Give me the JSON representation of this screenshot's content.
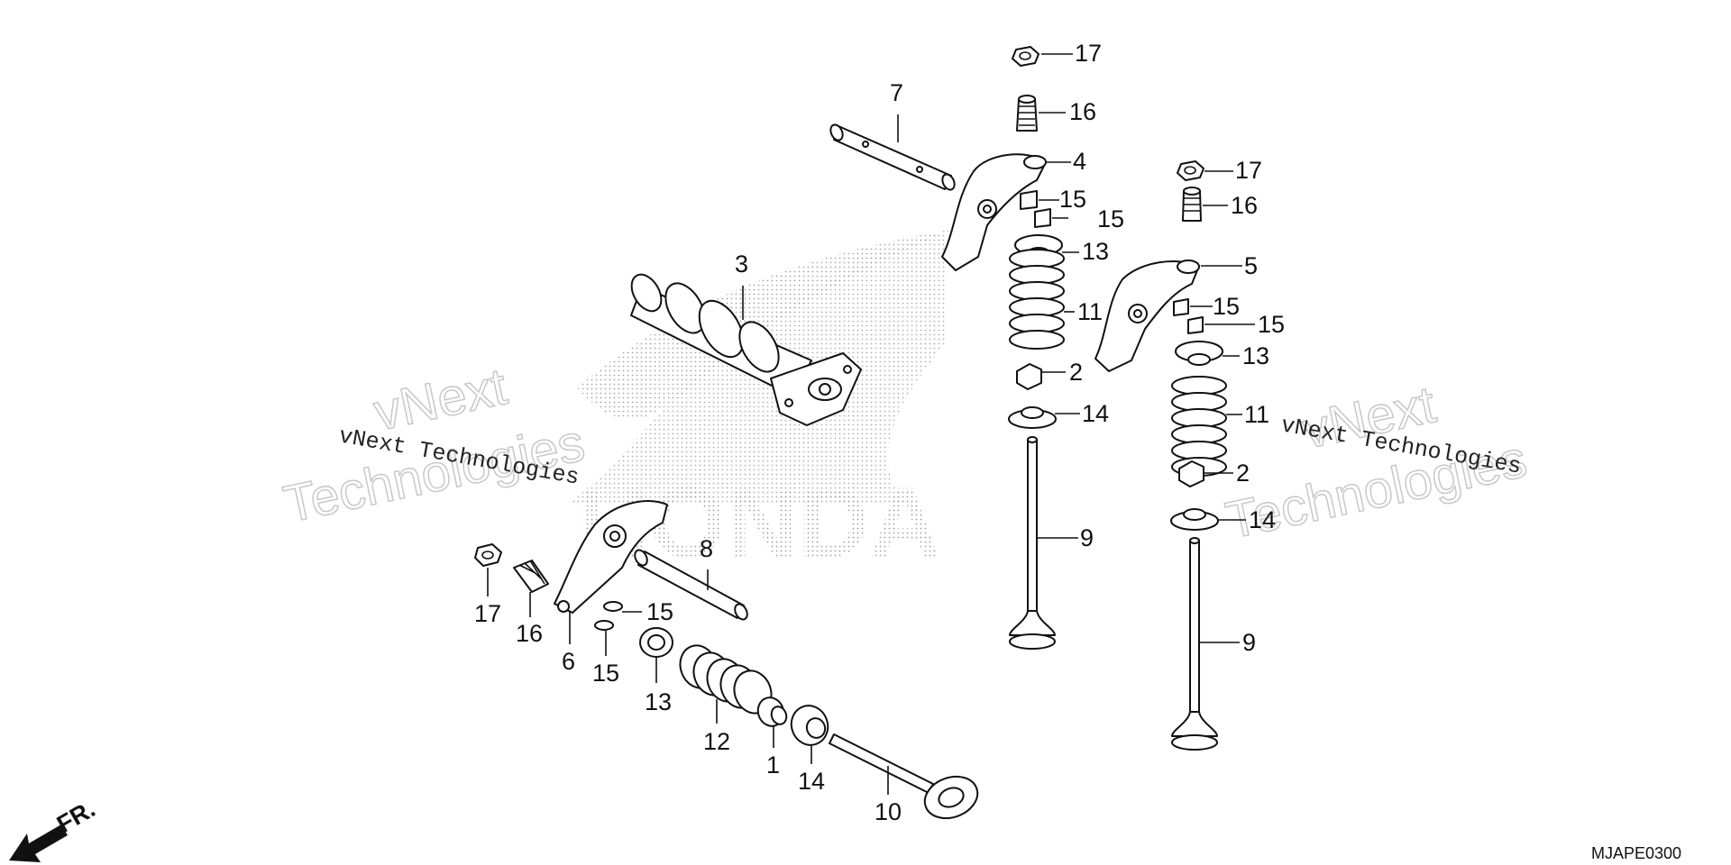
{
  "watermark": {
    "line1": "vNext",
    "line2": "Technologies",
    "small": "vNext Technologies"
  },
  "background_logo": "HONDA",
  "direction_label": "FR.",
  "diagram_code": "MJAPE0300",
  "callouts": [
    {
      "id": "c1",
      "label": "17"
    },
    {
      "id": "c2",
      "label": "16"
    },
    {
      "id": "c3",
      "label": "7"
    },
    {
      "id": "c4",
      "label": "4"
    },
    {
      "id": "c5",
      "label": "15"
    },
    {
      "id": "c6",
      "label": "15"
    },
    {
      "id": "c7",
      "label": "3"
    },
    {
      "id": "c8",
      "label": "13"
    },
    {
      "id": "c9",
      "label": "11"
    },
    {
      "id": "c10",
      "label": "2"
    },
    {
      "id": "c11",
      "label": "14"
    },
    {
      "id": "c12",
      "label": "9"
    },
    {
      "id": "c13",
      "label": "17"
    },
    {
      "id": "c14",
      "label": "16"
    },
    {
      "id": "c15",
      "label": "5"
    },
    {
      "id": "c16",
      "label": "15"
    },
    {
      "id": "c17",
      "label": "15"
    },
    {
      "id": "c18",
      "label": "13"
    },
    {
      "id": "c19",
      "label": "11"
    },
    {
      "id": "c20",
      "label": "2"
    },
    {
      "id": "c21",
      "label": "14"
    },
    {
      "id": "c22",
      "label": "9"
    },
    {
      "id": "c23",
      "label": "8"
    },
    {
      "id": "c24",
      "label": "17"
    },
    {
      "id": "c25",
      "label": "16"
    },
    {
      "id": "c26",
      "label": "6"
    },
    {
      "id": "c27",
      "label": "15"
    },
    {
      "id": "c28",
      "label": "15"
    },
    {
      "id": "c29",
      "label": "13"
    },
    {
      "id": "c30",
      "label": "12"
    },
    {
      "id": "c31",
      "label": "1"
    },
    {
      "id": "c32",
      "label": "14"
    },
    {
      "id": "c33",
      "label": "10"
    }
  ]
}
